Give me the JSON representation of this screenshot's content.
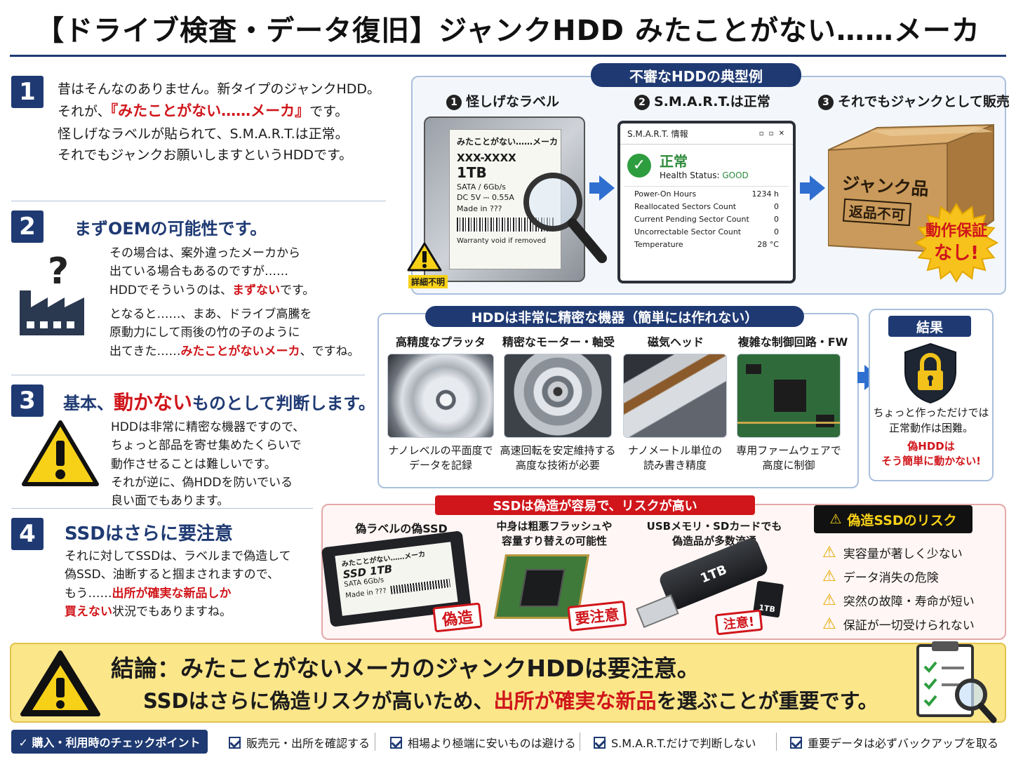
{
  "title": "【ドライブ検査・データ復旧】ジャンクHDD みたことがない……メーカ",
  "s1": {
    "num": "1",
    "l1": "昔はそんなのありません。新タイプのジャンクHDD。",
    "l2a": "それが、",
    "l2b": "『みたことがない……メーカ』",
    "l2c": "です。",
    "l3": "怪しげなラベルが貼られて、S.M.A.R.T.は正常。",
    "l4": "それでもジャンクお願いしますというHDDです。"
  },
  "s2": {
    "num": "2",
    "heading": "まずOEMの可能性です。",
    "l1": "その場合は、案外違ったメーカから",
    "l2": "出ている場合もあるのですが……",
    "l3a": "HDDでそういうのは、",
    "l3b": "まずない",
    "l3c": "です。",
    "l4": "となると……、まあ、ドライブ高騰を",
    "l5": "原動力にして雨後の竹の子のように",
    "l6a": "出てきた……",
    "l6b": "みたことがないメーカ",
    "l6c": "、ですね。"
  },
  "s3": {
    "num": "3",
    "h1": "基本、",
    "h2": "動かない",
    "h3": "ものとして判断します。",
    "l1": "HDDは非常に精密な機器ですので、",
    "l2": "ちょっと部品を寄せ集めたくらいで",
    "l3": "動作させることは難しいです。",
    "l4": "それが逆に、偽HDDを防いでいる",
    "l5": "良い面でもあります。"
  },
  "s4": {
    "num": "4",
    "heading": "SSDはさらに要注意",
    "l1": "それに対してSSDは、ラベルまで偽造して",
    "l2": "偽SSD、油断すると掴まされますので、",
    "l3a": "もう……",
    "l3b": "出所が確実な新品しか",
    "l4a": "買えない",
    "l4b": "状況でもありますね。"
  },
  "p1": {
    "title": "不審なHDDの典型例",
    "c1": "1",
    "c1t": "怪しげなラベル",
    "c2": "2",
    "c2t": "S.M.A.R.T.は正常",
    "c3": "3",
    "c3t": "それでもジャンクとして販売",
    "label": {
      "maker": "みたことがない……メーカ",
      "model": "XXX-XXXX",
      "cap": "1TB",
      "if": "SATA / 6Gb/s",
      "dc": "DC 5V ⎓ 0.55A",
      "made": "Made in ???",
      "warranty": "Warranty void if removed",
      "unknown": "詳細不明"
    },
    "smart": {
      "wintitle": "S.M.A.R.T. 情報",
      "status": "正常",
      "hs": "Health Status: ",
      "good": "GOOD",
      "rows": [
        {
          "k": "Power-On Hours",
          "v": "1234 h"
        },
        {
          "k": "Reallocated Sectors Count",
          "v": "0"
        },
        {
          "k": "Current Pending Sector Count",
          "v": "0"
        },
        {
          "k": "Uncorrectable Sector Count",
          "v": "0"
        },
        {
          "k": "Temperature",
          "v": "28 °C"
        }
      ]
    },
    "box": {
      "junk": "ジャンク品",
      "noreturn": "返品不可",
      "nowarr1": "動作保証",
      "nowarr2": "なし!"
    }
  },
  "p2": {
    "title": "HDDは非常に精密な機器（簡単には作れない）",
    "items": [
      {
        "h": "高精度なプラッタ",
        "c1": "ナノレベルの平面度で",
        "c2": "データを記録"
      },
      {
        "h": "精密なモーター・軸受",
        "c1": "高速回転を安定維持する",
        "c2": "高度な技術が必要"
      },
      {
        "h": "磁気ヘッド",
        "c1": "ナノメートル単位の",
        "c2": "読み書き精度"
      },
      {
        "h": "複雑な制御回路・FW",
        "c1": "専用ファームウェアで",
        "c2": "高度に制御"
      }
    ],
    "result": {
      "title": "結果",
      "l1": "ちょっと作っただけでは",
      "l2": "正常動作は困難。",
      "l3": "偽HDDは",
      "l4": "そう簡単に動かない!"
    }
  },
  "p3": {
    "title": "SSDは偽造が容易で、リスクが高い",
    "c1": {
      "h": "偽ラベルの偽SSD",
      "maker": "みたことがない……メーカ",
      "model": "SSD 1TB",
      "if": "SATA 6Gb/s",
      "made": "Made in ???",
      "stamp": "偽造"
    },
    "c2": {
      "h1": "中身は粗悪フラッシュや",
      "h2": "容量すり替えの可能性",
      "stamp": "要注意"
    },
    "c3": {
      "h1": "USBメモリ・SDカードでも",
      "h2": "偽造品が多数流通",
      "usb": "1TB",
      "sd": "1TB",
      "stamp": "注意!"
    },
    "risk": {
      "title": "偽造SSDのリスク",
      "items": [
        "実容量が著しく少ない",
        "データ消失の危険",
        "突然の故障・寿命が短い",
        "保証が一切受けられない"
      ]
    }
  },
  "concl": {
    "l1": "結論：みたことがないメーカのジャンクHDDは要注意。",
    "l2a": "SSDはさらに偽造リスクが高いため、",
    "l2b": "出所が確実な新品",
    "l2c": "を選ぶことが重要です。"
  },
  "footer": {
    "label": "✓ 購入・利用時のチェックポイント",
    "items": [
      "販売元・出所を確認する",
      "相場より極端に安いものは避ける",
      "S.M.A.R.T.だけで判断しない",
      "重要データは必ずバックアップを取る"
    ]
  },
  "colors": {
    "navy": "#1f3a73",
    "red": "#d0161b",
    "yellow": "#fbe68a",
    "blue": "#2f6fd0"
  }
}
